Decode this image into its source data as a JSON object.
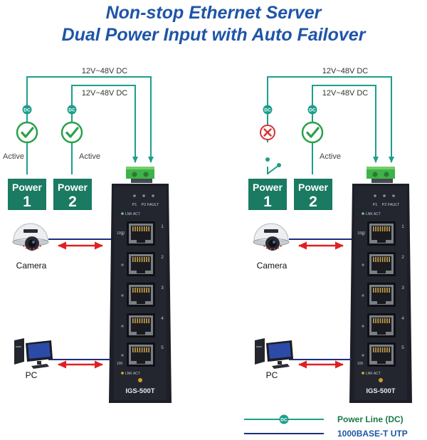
{
  "title": {
    "line1": "Non-stop Ethernet Server",
    "line2": "Dual Power Input with Auto Failover"
  },
  "voltage_label": "12V~48V DC",
  "dc_badge": "DC",
  "power_box_label": "Power",
  "colors": {
    "title": "#1f55a8",
    "power_line": "#1e9e8c",
    "utp_line": "#1b2f7a",
    "arrow": "#e02020",
    "power_box": "#1a7a62",
    "active_check": "#2aa14a",
    "failed_x": "#d93030",
    "switch_body": "#1c1f26",
    "terminal_block": "#3fb24a"
  },
  "diagrams": [
    {
      "power_units": [
        {
          "number": "1",
          "status": "Active",
          "state": "ok"
        },
        {
          "number": "2",
          "status": "Active",
          "state": "ok"
        }
      ]
    },
    {
      "power_units": [
        {
          "number": "1",
          "status": "",
          "state": "failed"
        },
        {
          "number": "2",
          "status": "Active",
          "state": "ok"
        }
      ]
    }
  ],
  "devices": {
    "camera_label": "Camera",
    "pc_label": "PC"
  },
  "switch": {
    "model": "IGS-500T",
    "led_p1": "P1",
    "led_p2": "P2",
    "led_fault": "FAULT",
    "led_link_act": "LNK ACT",
    "label_1000": "1000",
    "label_100": "100",
    "ports": [
      "1",
      "2",
      "3",
      "4",
      "5"
    ]
  },
  "legend": {
    "power_line": "Power Line (DC)",
    "utp": "1000BASE-T UTP"
  }
}
